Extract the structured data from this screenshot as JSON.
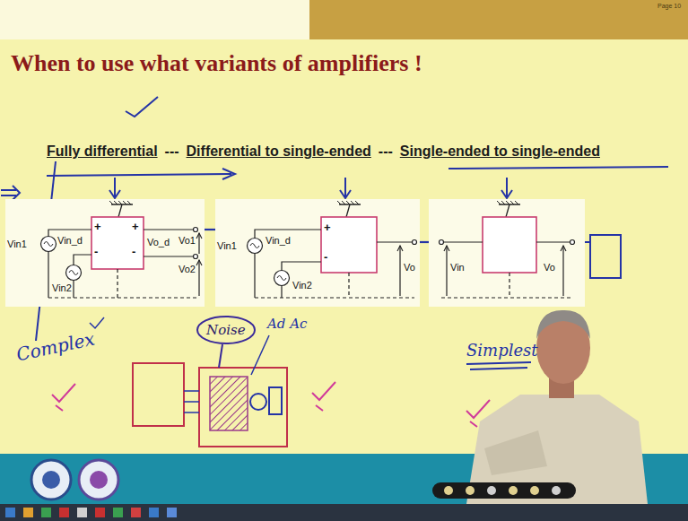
{
  "diagram": {
    "title": "When to use what variants of amplifiers !",
    "nodes": [
      {
        "text": [
          "+",
          "-",
          "+",
          "-",
          "Vin1",
          "Vin2",
          "Vin_d",
          "Vo_d",
          "Vo1",
          "Vo2"
        ]
      },
      {
        "text": [
          "+",
          "-",
          "Vin1",
          "Vin2",
          "Vin_d",
          "Vo"
        ]
      },
      {
        "text": [
          "Vin",
          "Vo"
        ]
      }
    ],
    "edges": [
      {
        "from": 0,
        "to": 1,
        "arrow": "none"
      },
      {
        "from": 1,
        "to": 2,
        "arrow": "none"
      }
    ],
    "labels": [
      "Fully differential",
      "---",
      "Differential to single-ended",
      "---",
      "Single-ended to single-ended",
      "Complex",
      "Noise",
      "Ad Ac",
      "Simplest",
      "Page 10"
    ]
  }
}
